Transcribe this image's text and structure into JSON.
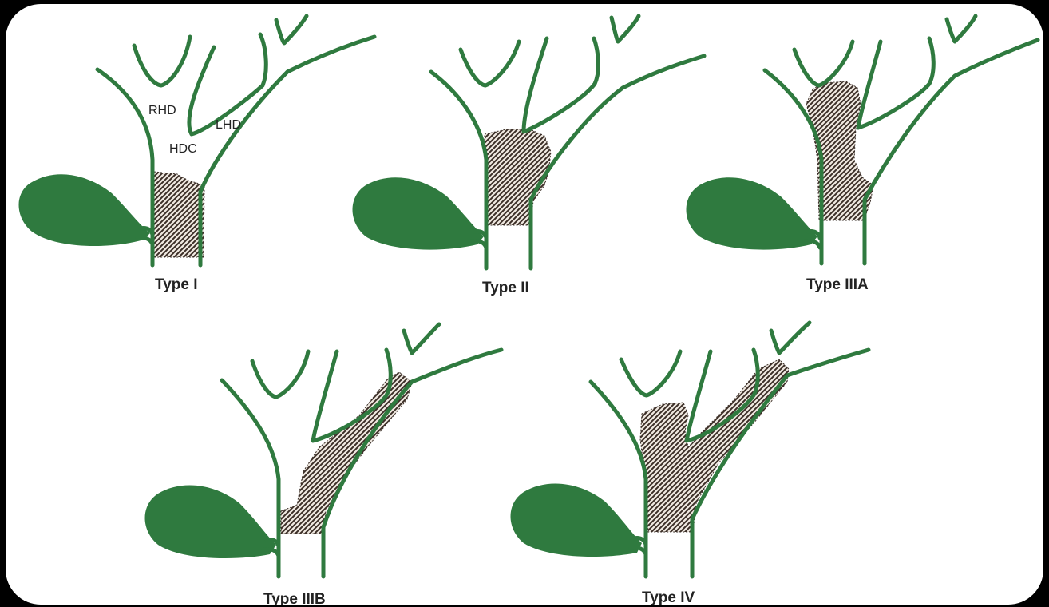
{
  "colors": {
    "duct": "#2f7a3f",
    "tumor_dark": "#3b2e27",
    "tumor_light": "#efe8e0",
    "background": "#ffffff",
    "frame": "#000000"
  },
  "labels": {
    "rhd": "RHD",
    "lhd": "LHD",
    "hdc": "HDC"
  },
  "panels": [
    {
      "caption": "Type I"
    },
    {
      "caption": "Type II"
    },
    {
      "caption": "Type IIIA"
    },
    {
      "caption": "Type IIIB"
    },
    {
      "caption": "Type IV"
    }
  ]
}
